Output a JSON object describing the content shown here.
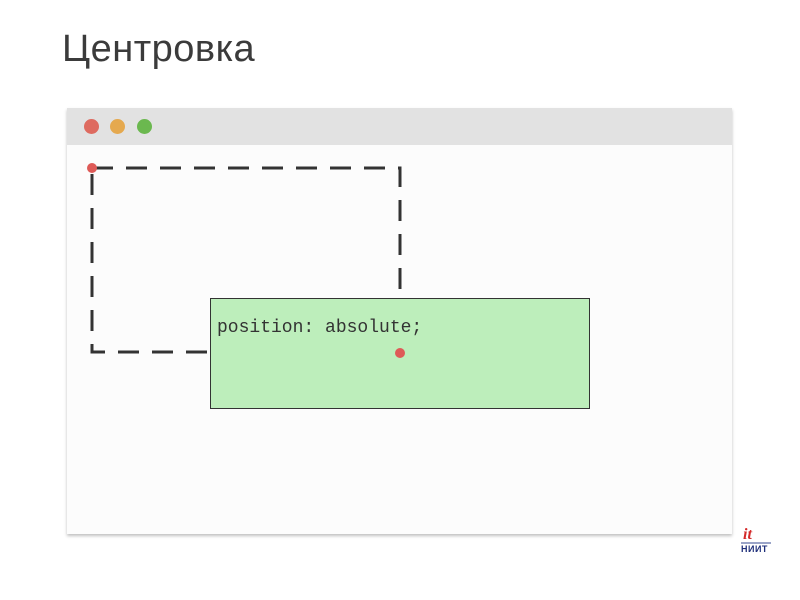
{
  "slide": {
    "title": "Центровка"
  },
  "browser_window": {
    "controls": [
      {
        "name": "close-dot",
        "color": "#de6b60"
      },
      {
        "name": "minimize-dot",
        "color": "#e5a94f"
      },
      {
        "name": "maximize-dot",
        "color": "#6bb84f"
      }
    ]
  },
  "diagram": {
    "code_label": "position: absolute;",
    "colors": {
      "dashed_outline": "#333333",
      "anchor_point": "#de5a57",
      "box_fill": "#bdeebb",
      "box_border": "#333333"
    }
  },
  "logo": {
    "mark": "it",
    "text": "НИИТ",
    "colors": {
      "mark": "#d42a2a",
      "text": "#1f2f7a"
    }
  }
}
